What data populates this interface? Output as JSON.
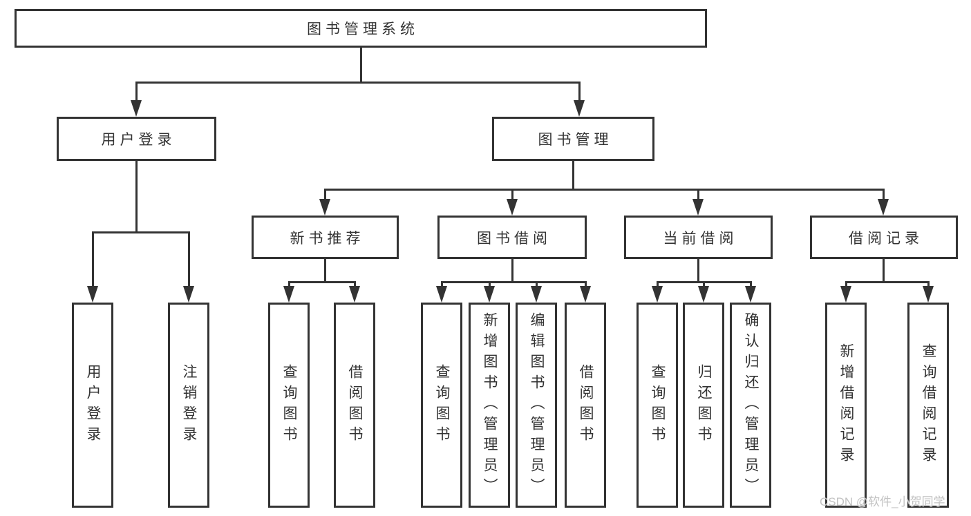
{
  "colors": {
    "line": "#333333",
    "text": "#333333",
    "background": "#ffffff",
    "watermark": "#c2c2c2"
  },
  "tree": {
    "root": {
      "label": "图书管理系统"
    },
    "branches": [
      {
        "label": "用户登录",
        "leaves": [
          {
            "label": "用户登录"
          },
          {
            "label": "注销登录"
          }
        ]
      },
      {
        "label": "图书管理",
        "groups": [
          {
            "label": "新书推荐",
            "leaves": [
              {
                "label": "查询图书"
              },
              {
                "label": "借阅图书"
              }
            ]
          },
          {
            "label": "图书借阅",
            "leaves": [
              {
                "label": "查询图书"
              },
              {
                "label": "新增图书（管理员）"
              },
              {
                "label": "编辑图书（管理员）"
              },
              {
                "label": "借阅图书"
              }
            ]
          },
          {
            "label": "当前借阅",
            "leaves": [
              {
                "label": "查询图书"
              },
              {
                "label": "归还图书"
              },
              {
                "label": "确认归还（管理员）"
              }
            ]
          },
          {
            "label": "借阅记录",
            "leaves": [
              {
                "label": "新增借阅记录"
              },
              {
                "label": "查询借阅记录"
              }
            ]
          }
        ]
      }
    ]
  },
  "watermark": {
    "text": "CSDN @软件_小贺同学"
  }
}
